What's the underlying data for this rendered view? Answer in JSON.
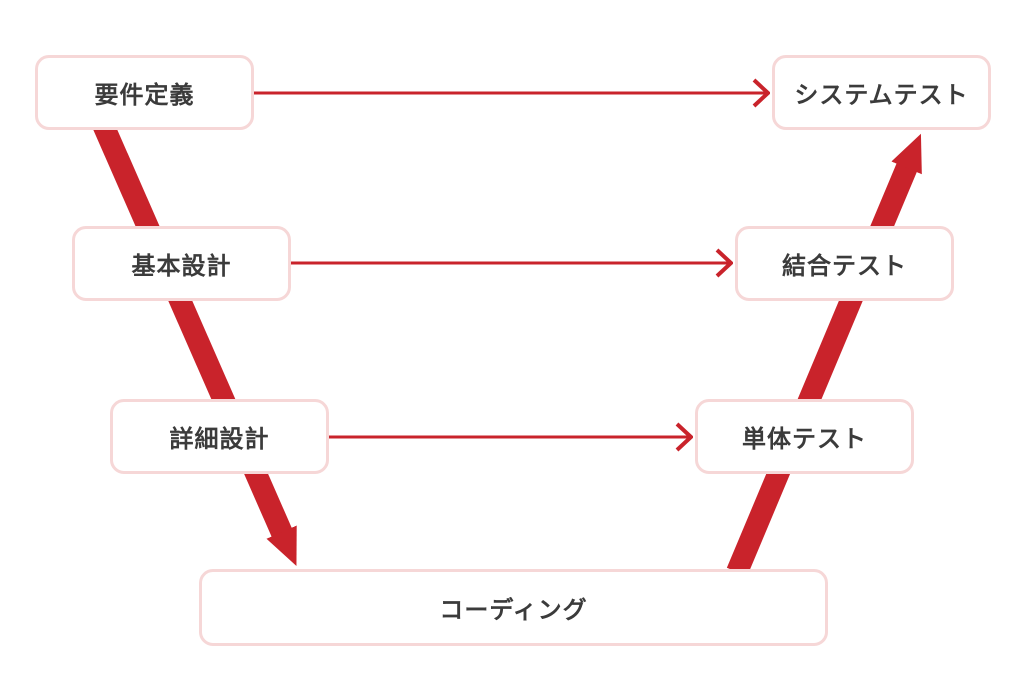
{
  "nodes": {
    "requirements": {
      "label": "要件定義"
    },
    "system_test": {
      "label": "システムテスト"
    },
    "basic_design": {
      "label": "基本設計"
    },
    "integration_test": {
      "label": "結合テスト"
    },
    "detailed_design": {
      "label": "詳細設計"
    },
    "unit_test": {
      "label": "単体テスト"
    },
    "coding": {
      "label": "コーディング"
    }
  },
  "arrows": [
    {
      "name": "requirements-to-system-test",
      "type": "thin-horizontal",
      "from": "requirements",
      "to": "system_test"
    },
    {
      "name": "basic-design-to-integration-test",
      "type": "thin-horizontal",
      "from": "basic_design",
      "to": "integration_test"
    },
    {
      "name": "detailed-design-to-unit-test",
      "type": "thin-horizontal",
      "from": "detailed_design",
      "to": "unit_test"
    },
    {
      "name": "left-descent",
      "type": "thick-diagonal",
      "from": "requirements",
      "to": "coding",
      "via": [
        "basic_design",
        "detailed_design"
      ]
    },
    {
      "name": "right-ascent",
      "type": "thick-diagonal",
      "from": "coding",
      "to": "system_test",
      "via": [
        "unit_test",
        "integration_test"
      ]
    }
  ],
  "colors": {
    "arrow_red": "#c9232b",
    "node_border_pink": "#f6d7d7",
    "node_fill": "#ffffff",
    "label_text": "#3b3b3b",
    "page_background": "#ffffff"
  }
}
